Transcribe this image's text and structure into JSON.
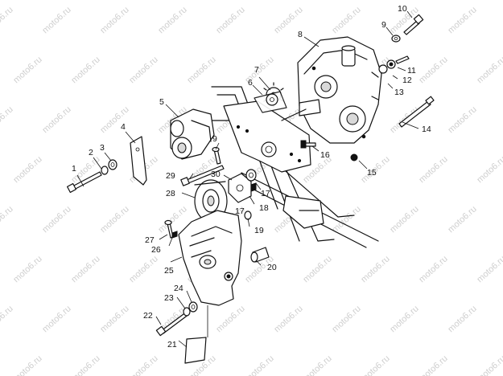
{
  "watermark": {
    "text": "moto6.ru"
  },
  "callouts": {
    "c1": "1",
    "c2": "2",
    "c3": "3",
    "c4": "4",
    "c5": "5",
    "c6": "6",
    "c7": "7",
    "c8": "8",
    "c9a": "9",
    "c9b": "9",
    "c10": "10",
    "c11": "11",
    "c12": "12",
    "c13": "13",
    "c14": "14",
    "c15": "15",
    "c16": "16",
    "c17a": "17",
    "c17b": "17",
    "c18": "18",
    "c19": "19",
    "c20": "20",
    "c21": "21",
    "c22": "22",
    "c23": "23",
    "c24": "24",
    "c25": "25",
    "c26": "26",
    "c27": "27",
    "c28": "28",
    "c29": "29",
    "c30": "30"
  }
}
